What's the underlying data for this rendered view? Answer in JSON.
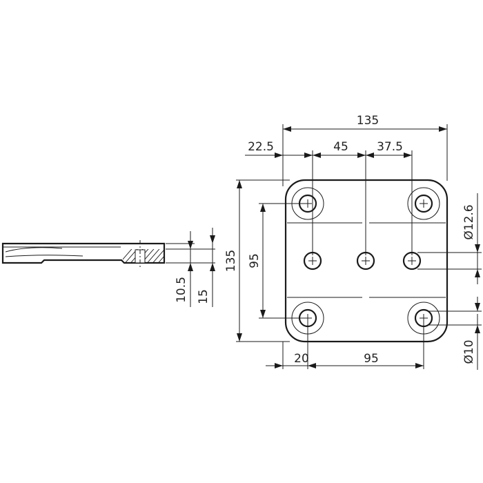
{
  "dimensions": {
    "overall_width": "135",
    "left_offset": "22.5",
    "center_spacing_a": "45",
    "center_spacing_b": "37.5",
    "overall_height": "135",
    "hole_vertical_spacing": "95",
    "hole_diameter_large": "Ø12.6",
    "hole_diameter_small": "Ø10",
    "bottom_offset": "20",
    "hole_horizontal_spacing": "95",
    "plate_thickness": "10.5",
    "total_thickness": "15"
  }
}
